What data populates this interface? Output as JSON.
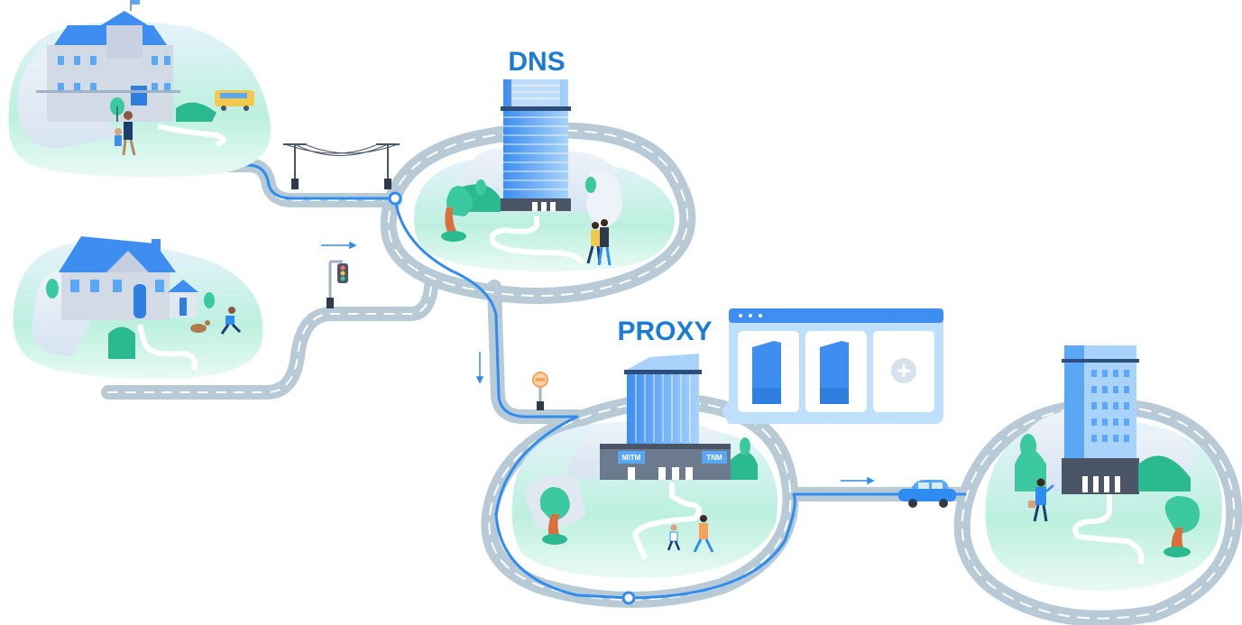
{
  "labels": {
    "dns": "DNS",
    "proxy": "PROXY",
    "mitm": "MITM",
    "tnm": "TNM"
  },
  "icons": {
    "add": "plus-icon",
    "window_dots": "window-dots-icon",
    "traffic_light": "traffic-light-icon",
    "stop_sign": "stop-sign-icon"
  },
  "colors": {
    "route": "#2f8cf0",
    "road": "#b7cad6",
    "road_edge": "#ffffff",
    "land": "#c8f0e4",
    "building_blue": "#5aa8f5",
    "label_blue": "#1c7bd8",
    "tree_green": "#3cc9a0"
  }
}
